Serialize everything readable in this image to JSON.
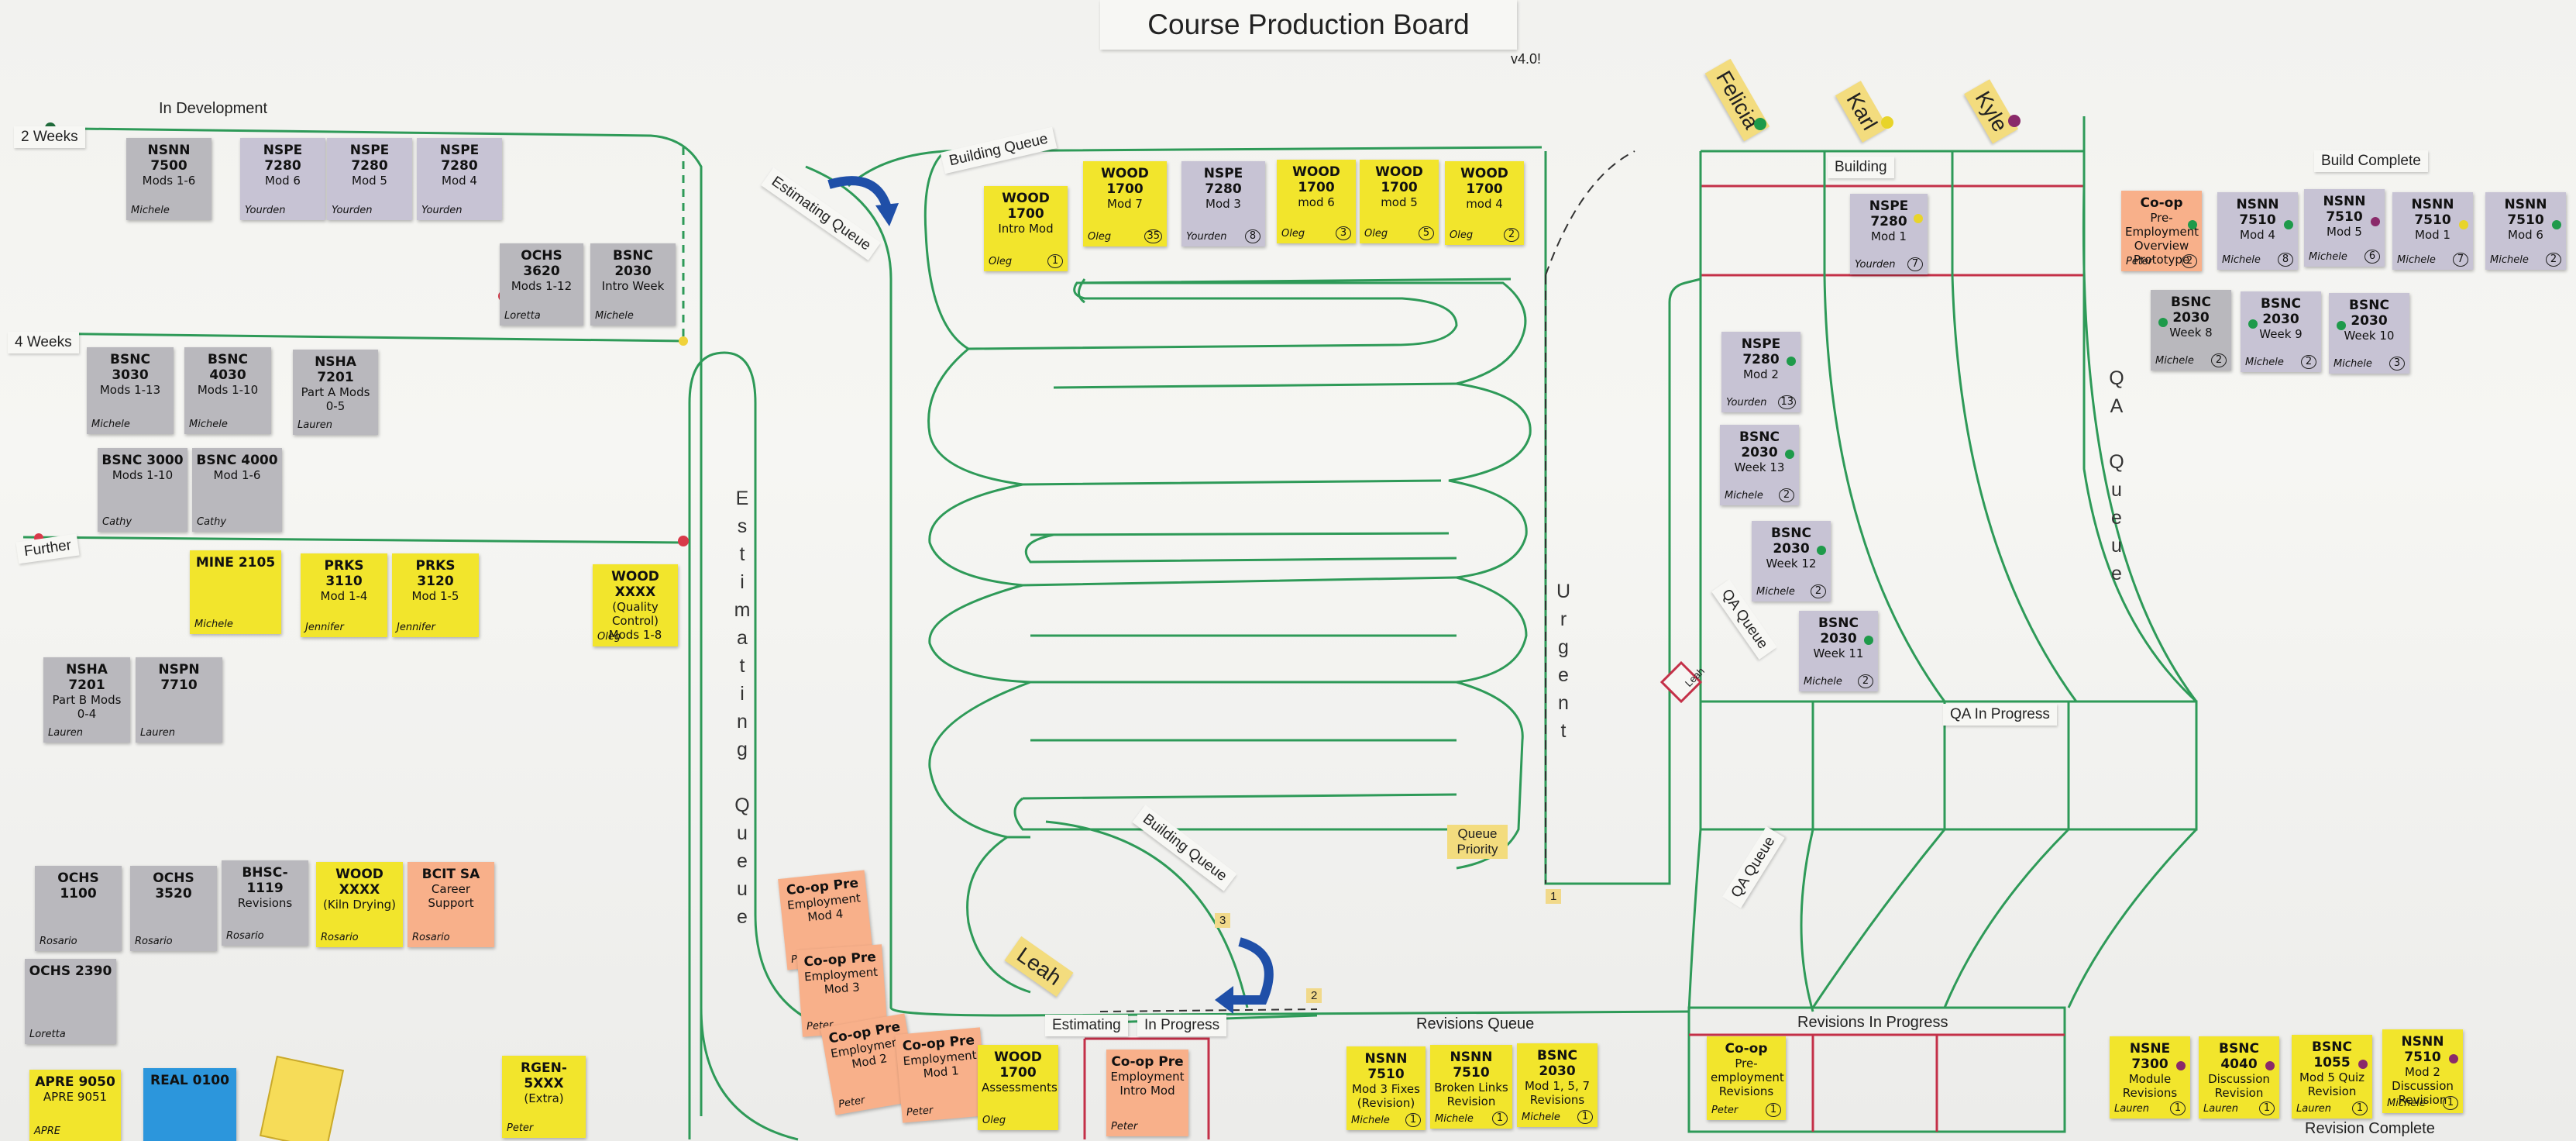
{
  "title": "Course Production Board",
  "version": "v4.0!",
  "rows": {
    "two_weeks": "2 Weeks",
    "four_weeks": "4 Weeks",
    "further": "Further"
  },
  "sections": {
    "in_development": "In Development",
    "building_queue": "Building Queue",
    "estimating_queue_diag": "Estimating Queue",
    "estimating_queue_vertical": [
      "E",
      "s",
      "t",
      "i",
      "m",
      "a",
      "t",
      "i",
      "n",
      "g",
      "",
      "Q",
      "u",
      "e",
      "u",
      "e"
    ],
    "urgent": [
      "U",
      "r",
      "g",
      "e",
      "n",
      "t"
    ],
    "qa_queue_vertical": [
      "Q",
      "A",
      "",
      "Q",
      "u",
      "e",
      "u",
      "e"
    ],
    "qa_queue_diag": "QA Queue",
    "qa_queue_lower": "QA Queue",
    "building": "Building",
    "build_complete": "Build Complete",
    "qa_in_progress": "QA In Progress",
    "revisions_queue": "Revisions Queue",
    "revisions_in_progress": "Revisions In Progress",
    "revision_complete": "Revision Complete",
    "building_queue_lower": "Building Queue",
    "estimating": "Estimating",
    "in_progress": "In Progress",
    "queue_priority": "Queue Priority"
  },
  "people": {
    "felicia": "Felicia",
    "karl": "Karl",
    "kyle": "Kyle",
    "leah": "Leah",
    "leah_marker": "Leah"
  },
  "markers": {
    "m1": "1",
    "m2": "2",
    "m3": "3"
  },
  "colors": {
    "line_green": "#2e9a58",
    "line_red": "#c43048",
    "dot_green": "#1e9a4a",
    "dot_yellow": "#e8d42a",
    "dot_purple": "#8a2a6a",
    "arrow_blue": "#1f4fa8"
  },
  "notes": {
    "n01": {
      "l1": "NSNN 7500",
      "l2": "Mods 1-6",
      "own": "Michele"
    },
    "n02": {
      "l1": "NSPE 7280",
      "l2": "Mod 6",
      "own": "Yourden"
    },
    "n03": {
      "l1": "NSPE 7280",
      "l2": "Mod 5",
      "own": "Yourden"
    },
    "n04": {
      "l1": "NSPE 7280",
      "l2": "Mod 4",
      "own": "Yourden"
    },
    "n05": {
      "l1": "OCHS 3620",
      "l2": "Mods 1-12",
      "own": "Loretta"
    },
    "n06": {
      "l1": "BSNC 2030",
      "l2": "Intro Week",
      "own": "Michele"
    },
    "n07": {
      "l1": "BSNC 3030",
      "l2": "Mods 1-13",
      "own": "Michele"
    },
    "n08": {
      "l1": "BSNC 4030",
      "l2": "Mods 1-10",
      "own": "Michele"
    },
    "n09": {
      "l1": "NSHA 7201",
      "l2": "Part A Mods 0-5",
      "own": "Lauren"
    },
    "n10": {
      "l1": "BSNC 3000",
      "l2": "Mods 1-10",
      "own": "Cathy"
    },
    "n11": {
      "l1": "BSNC 4000",
      "l2": "Mod 1-6",
      "own": "Cathy"
    },
    "n12": {
      "l1": "MINE 2105",
      "l2": "",
      "own": "Michele"
    },
    "n13": {
      "l1": "PRKS 3110",
      "l2": "Mod 1-4",
      "own": "Jennifer"
    },
    "n14": {
      "l1": "PRKS 3120",
      "l2": "Mod 1-5",
      "own": "Jennifer"
    },
    "n15": {
      "l1": "WOOD XXXX",
      "l2": "(Quality Control) Mods 1-8",
      "own": "Oleg"
    },
    "n16": {
      "l1": "NSHA 7201",
      "l2": "Part B Mods 0-4",
      "own": "Lauren"
    },
    "n17": {
      "l1": "NSPN 7710",
      "l2": "",
      "own": "Lauren"
    },
    "n18": {
      "l1": "OCHS 1100",
      "l2": "",
      "own": "Rosario"
    },
    "n19": {
      "l1": "OCHS 3520",
      "l2": "",
      "own": "Rosario"
    },
    "n20": {
      "l1": "BHSC-1119",
      "l2": "Revisions",
      "own": "Rosario"
    },
    "n21": {
      "l1": "WOOD XXXX",
      "l2": "(Kiln Drying)",
      "own": "Rosario"
    },
    "n22": {
      "l1": "BCIT SA",
      "l2": "Career Support",
      "own": "Rosario"
    },
    "n23": {
      "l1": "OCHS 2390",
      "l2": "",
      "own": "Loretta"
    },
    "n24": {
      "l1": "APRE 9050",
      "l2": "APRE 9051",
      "own": "APRE"
    },
    "n25": {
      "l1": "REAL 0100",
      "l2": "",
      "own": ""
    },
    "n26": {
      "l1": "RGEN-5XXX",
      "l2": "(Extra)",
      "own": "Peter"
    },
    "n27": {
      "l1": "WOOD 1700",
      "l2": "Intro Mod",
      "own": "Oleg",
      "num": "1"
    },
    "n28": {
      "l1": "WOOD 1700",
      "l2": "Mod 7",
      "own": "Oleg",
      "num": "35"
    },
    "n29": {
      "l1": "NSPE 7280",
      "l2": "Mod 3",
      "own": "Yourden",
      "num": "8"
    },
    "n30": {
      "l1": "WOOD 1700",
      "l2": "mod 6",
      "own": "Oleg",
      "num": "3"
    },
    "n31": {
      "l1": "WOOD 1700",
      "l2": "mod 5",
      "own": "Oleg",
      "num": "5"
    },
    "n32": {
      "l1": "WOOD 1700",
      "l2": "mod 4",
      "own": "Oleg",
      "num": "2"
    },
    "n33": {
      "l1": "NSPE 7280",
      "l2": "Mod 1",
      "own": "Yourden",
      "num": "7"
    },
    "n34": {
      "l1": "NSPE 7280",
      "l2": "Mod 2",
      "own": "Yourden",
      "num": "13"
    },
    "n35": {
      "l1": "BSNC 2030",
      "l2": "Week 13",
      "own": "Michele",
      "num": "2"
    },
    "n36": {
      "l1": "BSNC 2030",
      "l2": "Week 12",
      "own": "Michele",
      "num": "2"
    },
    "n37": {
      "l1": "BSNC 2030",
      "l2": "Week 11",
      "own": "Michele",
      "num": "2"
    },
    "n38": {
      "l1": "Co-op",
      "l2": "Pre-Employment Overview Prototype",
      "own": "Peter",
      "num": "2"
    },
    "n39": {
      "l1": "NSNN 7510",
      "l2": "Mod 4",
      "own": "Michele",
      "num": "8"
    },
    "n40": {
      "l1": "NSNN 7510",
      "l2": "Mod 5",
      "own": "Michele",
      "num": "6"
    },
    "n41": {
      "l1": "NSNN 7510",
      "l2": "Mod 1",
      "own": "Michele",
      "num": "7"
    },
    "n42": {
      "l1": "NSNN 7510",
      "l2": "Mod 6",
      "own": "Michele",
      "num": "2"
    },
    "n43": {
      "l1": "BSNC 2030",
      "l2": "Week 8",
      "own": "Michele",
      "num": "2"
    },
    "n44": {
      "l1": "BSNC 2030",
      "l2": "Week 9",
      "own": "Michele",
      "num": "2"
    },
    "n45": {
      "l1": "BSNC 2030",
      "l2": "Week 10",
      "own": "Michele",
      "num": "3"
    },
    "n46": {
      "l1": "Co-op Pre",
      "l2": "Employment Mod 4",
      "own": "Peter"
    },
    "n47": {
      "l1": "Co-op Pre",
      "l2": "Employment Mod 3",
      "own": "Peter"
    },
    "n48": {
      "l1": "Co-op Pre",
      "l2": "Employment Mod 2",
      "own": "Peter"
    },
    "n49": {
      "l1": "Co-op Pre",
      "l2": "Employment Mod 1",
      "own": "Peter"
    },
    "n50": {
      "l1": "WOOD 1700",
      "l2": "Assessments",
      "own": "Oleg"
    },
    "n51": {
      "l1": "Co-op Pre",
      "l2": "Employment Intro Mod",
      "own": "Peter"
    },
    "n52": {
      "l1": "NSNN 7510",
      "l2": "Mod 3 Fixes (Revision)",
      "own": "Michele",
      "num": "1"
    },
    "n53": {
      "l1": "NSNN 7510",
      "l2": "Broken Links Revision",
      "own": "Michele",
      "num": "1"
    },
    "n54": {
      "l1": "BSNC 2030",
      "l2": "Mod 1, 5, 7 Revisions",
      "own": "Michele",
      "num": "1"
    },
    "n55": {
      "l1": "Co-op",
      "l2": "Pre-employment Revisions",
      "own": "Peter",
      "num": "1"
    },
    "n56": {
      "l1": "NSNE 7300",
      "l2": "Module Revisions",
      "own": "Lauren",
      "num": "1"
    },
    "n57": {
      "l1": "BSNC 4040",
      "l2": "Discussion Revision",
      "own": "Lauren",
      "num": "1"
    },
    "n58": {
      "l1": "BSNC 1055",
      "l2": "Mod 5 Quiz Revision",
      "own": "Lauren",
      "num": "1"
    },
    "n59": {
      "l1": "NSNN 7510",
      "l2": "Mod 2 Discussion Revision",
      "own": "Michele",
      "num": "1"
    }
  }
}
